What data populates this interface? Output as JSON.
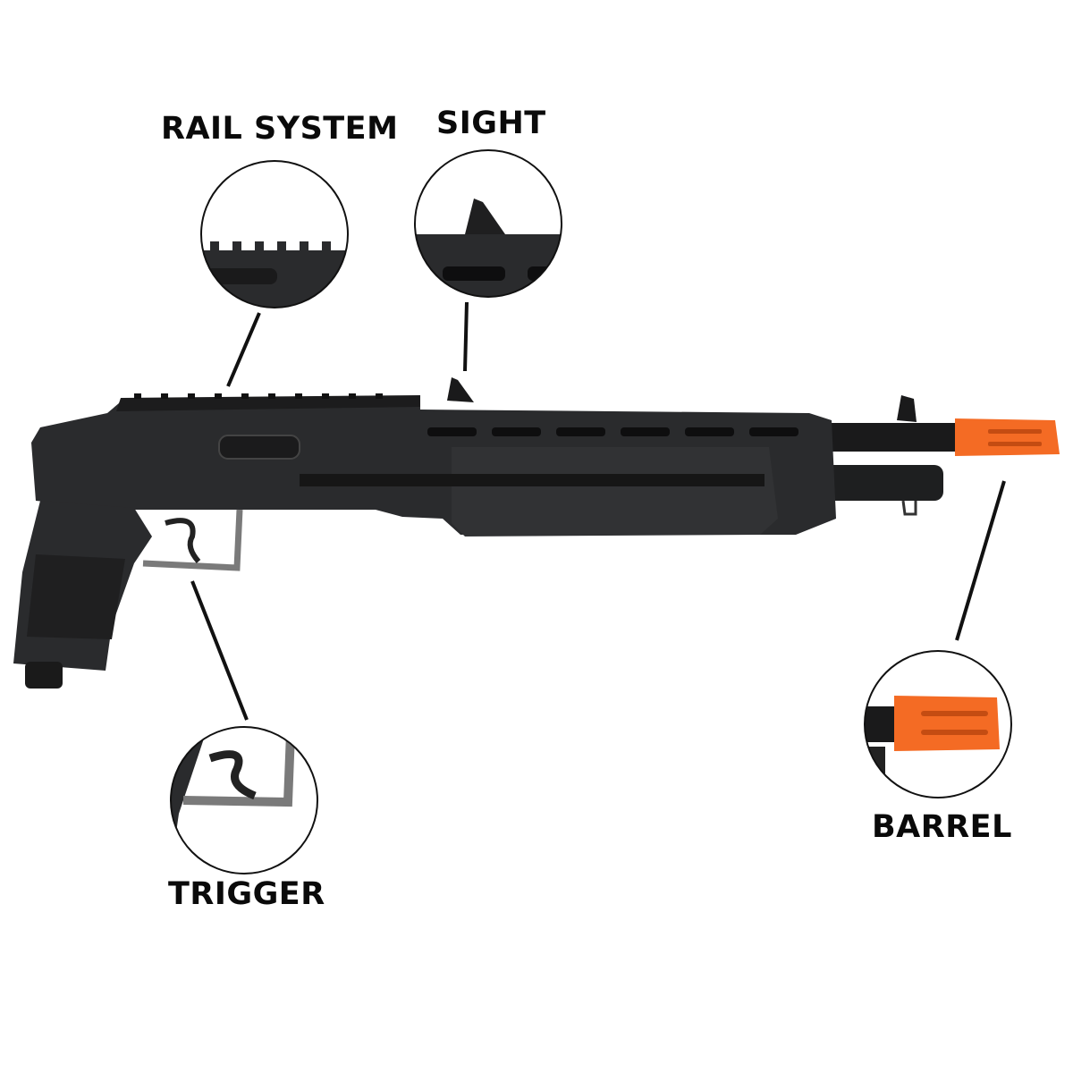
{
  "callouts": {
    "rail_system": "RAIL SYSTEM",
    "sight": "SIGHT",
    "trigger": "TRIGGER",
    "barrel": "BARREL"
  },
  "colors": {
    "body": "#2a2b2d",
    "body_dark": "#1a1a1b",
    "tip": "#f46b24",
    "trigger_guard": "#7a7a7a"
  },
  "icons": [
    "product-shotgun-image"
  ]
}
